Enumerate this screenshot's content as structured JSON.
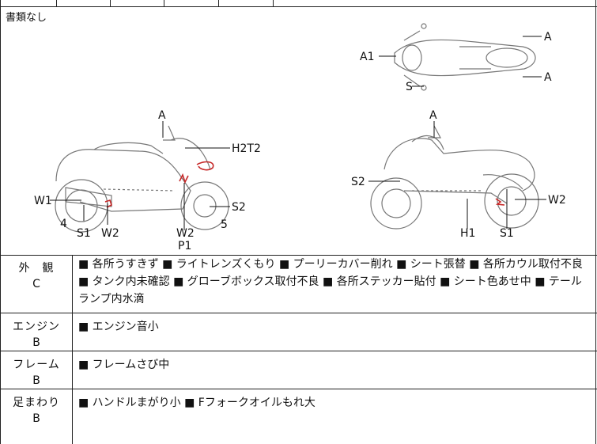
{
  "note": "書類なし",
  "diagram_labels": {
    "A": "A",
    "A1": "A1",
    "S": "S",
    "H2T2": "H2T2",
    "W1": "W1",
    "n4": "4",
    "S1": "S1",
    "W2": "W2",
    "P1": "P1",
    "S2": "S2",
    "n5": "5",
    "H1": "H1"
  },
  "rows": [
    {
      "title": "外　観",
      "grade": "C",
      "text": "■ 各所うすきず ■ ライトレンズくもり ■ プーリーカバー削れ ■ シート張替 ■ 各所カウル取付不良 ■ タンク内未確認 ■ グローブボックス取付不良 ■ 各所ステッカー貼付 ■ シート色あせ中 ■ テールランプ内水滴"
    },
    {
      "title": "エンジン",
      "grade": "B",
      "text": "■ エンジン音小"
    },
    {
      "title": "フレーム",
      "grade": "B",
      "text": "■ フレームさび中"
    },
    {
      "title": "足まわり",
      "grade": "B",
      "text": "■ ハンドルまがり小 ■ Fフォークオイルもれ大"
    }
  ]
}
